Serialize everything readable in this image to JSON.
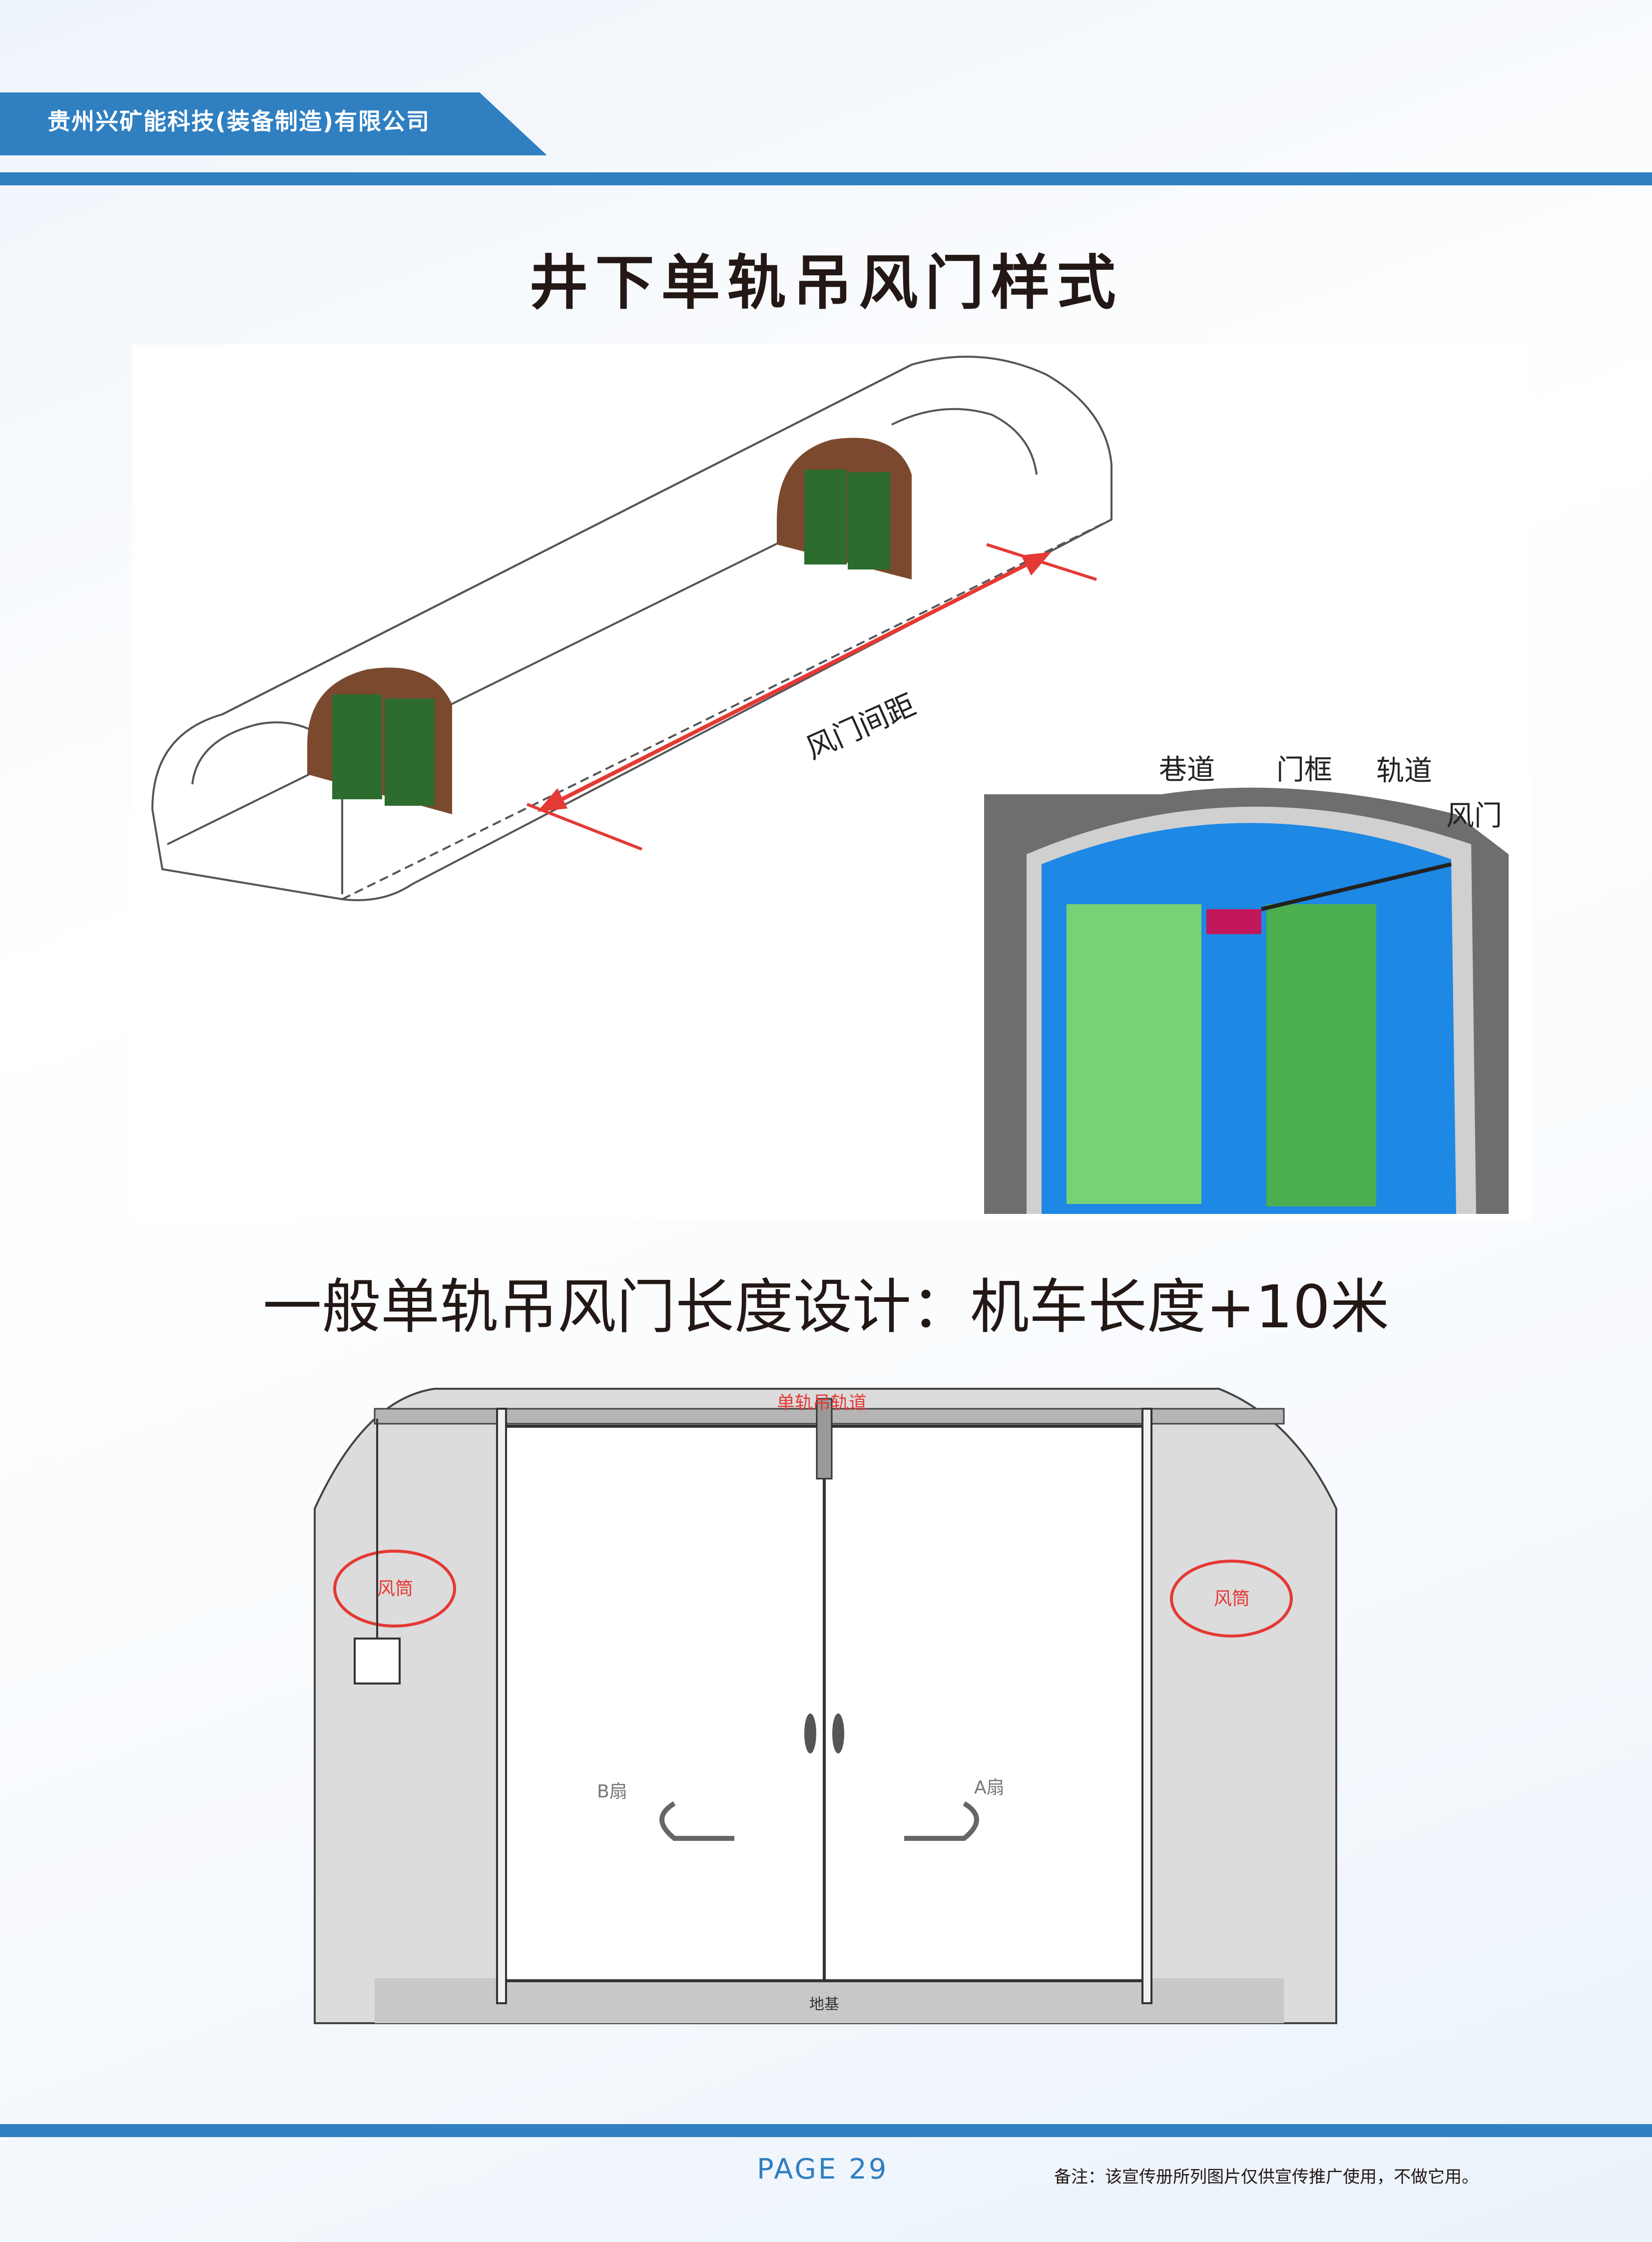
{
  "header": {
    "company": "贵州兴矿能科技(装备制造)有限公司"
  },
  "page_title": "井下单轨吊风门样式",
  "figure1": {
    "distance_label": "风门间距",
    "inset_labels": {
      "roadway": "巷道",
      "door_frame": "门框",
      "track": "轨道",
      "air_door": "风门"
    }
  },
  "subtitle": "一般单轨吊风门长度设计：机车长度+10米",
  "figure2": {
    "track_label": "单轨吊轨道",
    "left_circle_label": "风筒",
    "right_circle_label": "风筒",
    "leaf_b_label": "B扇",
    "leaf_a_label": "A扇",
    "foundation_label": "地基"
  },
  "footer": {
    "page": "PAGE   29",
    "note": "备注：该宣传册所列图片仅供宣传推广使用，不做它用。"
  },
  "colors": {
    "brand_blue": "#2f7fc1",
    "door_green": "#2e7d32",
    "marker_red": "#e53935"
  }
}
